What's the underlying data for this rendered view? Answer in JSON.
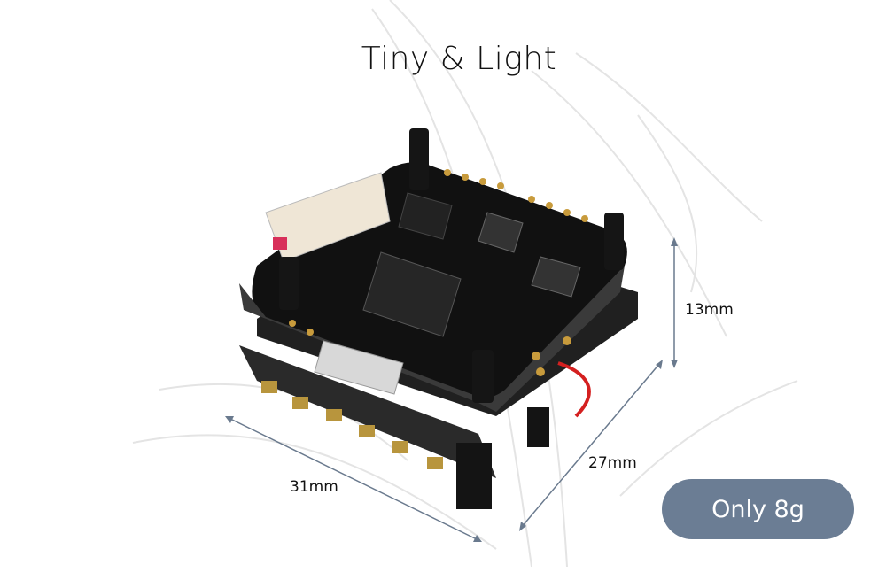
{
  "title": "Tiny & Light",
  "dimensions": {
    "height": "13mm",
    "depth": "27mm",
    "width": "31mm"
  },
  "badge": "Only 8g",
  "colors": {
    "accent": "#6b7d94",
    "arrow": "#6a7a8e",
    "board": "#1a1a1a"
  }
}
